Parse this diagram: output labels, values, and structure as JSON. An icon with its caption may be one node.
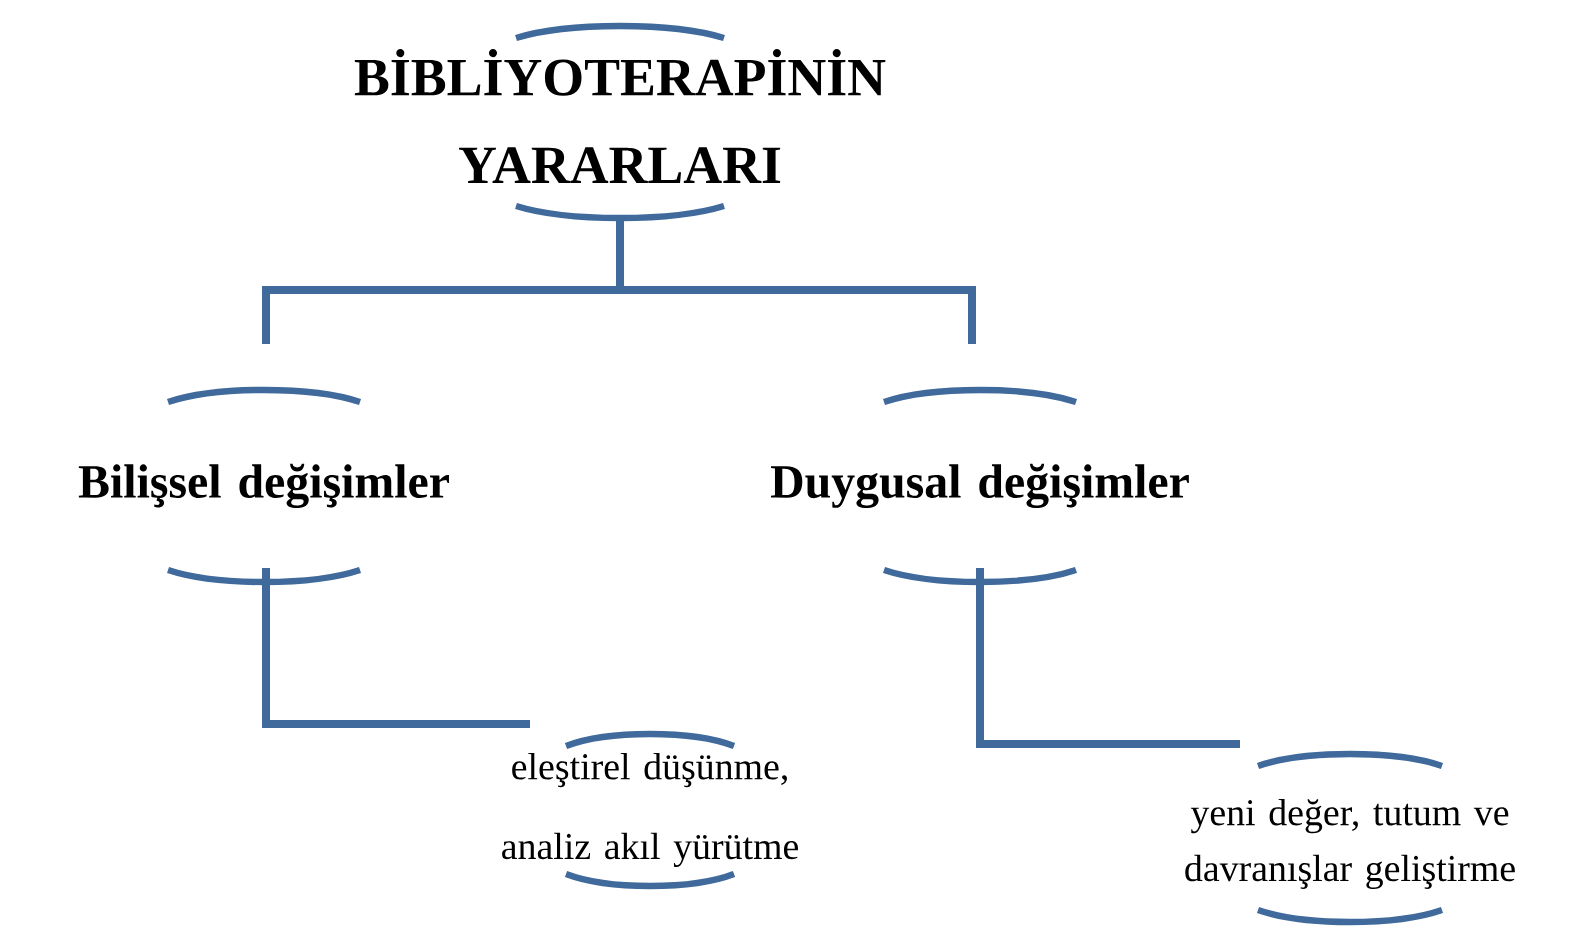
{
  "diagram": {
    "nodes": [
      {
        "text": [
          "BİBLİYOTERAPİNİN YARARLARI"
        ]
      },
      {
        "text": [
          "Bilişsel değişimler"
        ]
      },
      {
        "text": [
          "Duygusal değişimler"
        ]
      },
      {
        "text": [
          "eleştirel düşünme, analiz akıl yürütme"
        ]
      },
      {
        "text": [
          "yeni değer, tutum ve davranışlar geliştirme"
        ]
      }
    ],
    "edges": [
      {
        "from": 0,
        "to": 1,
        "arrow": "none"
      },
      {
        "from": 0,
        "to": 2,
        "arrow": "none"
      },
      {
        "from": 1,
        "to": 3,
        "arrow": "none"
      },
      {
        "from": 2,
        "to": 4,
        "arrow": "none"
      }
    ]
  }
}
